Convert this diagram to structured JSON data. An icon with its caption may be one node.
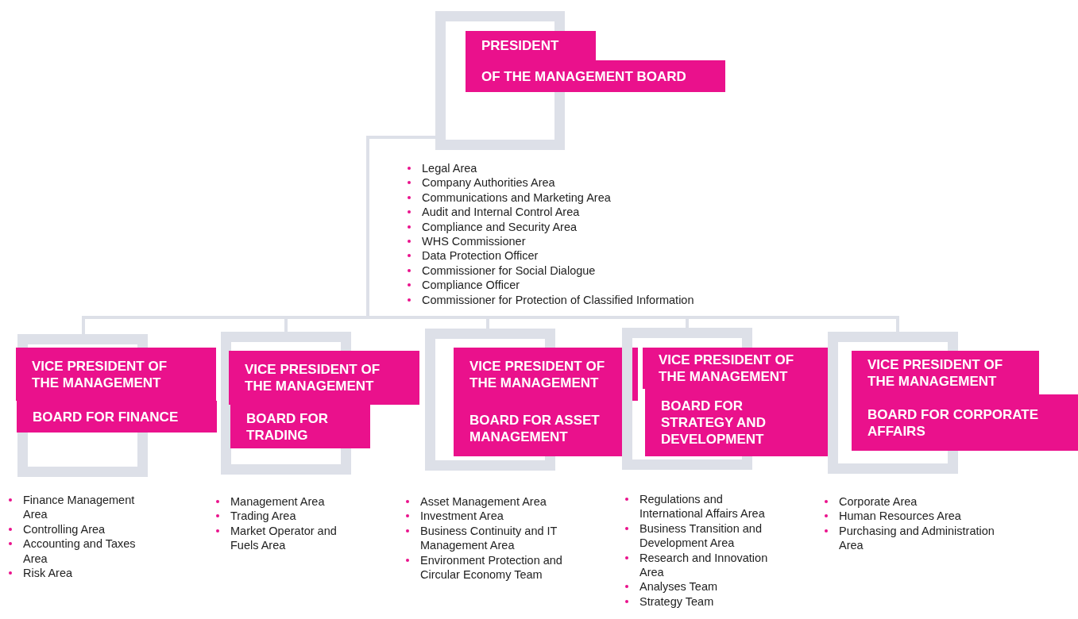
{
  "diagram": {
    "nodes": [
      {
        "text": [
          "PRESIDENT",
          "OF THE MANAGEMENT BOARD"
        ],
        "beside": [
          "Legal Area",
          "Company Authorities Area",
          "Communications and Marketing Area",
          "Audit and Internal Control Area",
          "Compliance and Security Area",
          "WHS Commissioner",
          "Data Protection Officer",
          "Commissioner for Social Dialogue",
          "Compliance Officer",
          "Commissioner for Protection of Classified Information"
        ]
      },
      {
        "text": [
          "VICE PRESIDENT OF THE MANAGEMENT",
          "BOARD FOR FINANCE"
        ],
        "beside": [
          "Finance Management Area",
          "Controlling Area",
          "Accounting and Taxes Area",
          "Risk Area"
        ]
      },
      {
        "text": [
          "VICE PRESIDENT OF THE MANAGEMENT",
          "BOARD FOR TRADING"
        ],
        "beside": [
          "Management Area",
          "Trading Area",
          "Market Operator and Fuels Area"
        ]
      },
      {
        "text": [
          "VICE PRESIDENT OF THE MANAGEMENT",
          "BOARD FOR ASSET MANAGEMENT"
        ],
        "beside": [
          "Asset Management Area",
          "Investment Area",
          "Business Continuity and IT Management Area",
          "Environment Protection and Circular Economy Team"
        ]
      },
      {
        "text": [
          "VICE PRESIDENT OF THE MANAGEMENT",
          "BOARD FOR STRATEGY AND DEVELOPMENT"
        ],
        "beside": [
          "Regulations and International Affairs Area",
          "Business Transition and Development Area",
          "Research and Innovation Area",
          "Analyses Team",
          "Strategy Team"
        ]
      },
      {
        "text": [
          "VICE PRESIDENT OF THE MANAGEMENT",
          "BOARD FOR CORPORATE AFFAIRS"
        ],
        "beside": [
          "Corporate Area",
          "Human Resources Area",
          "Purchasing and Administration Area"
        ]
      }
    ],
    "edges": [
      {
        "from": 0,
        "to": 1,
        "arrow": "none"
      },
      {
        "from": 0,
        "to": 2,
        "arrow": "none"
      },
      {
        "from": 0,
        "to": 3,
        "arrow": "none"
      },
      {
        "from": 0,
        "to": 4,
        "arrow": "none"
      },
      {
        "from": 0,
        "to": 5,
        "arrow": "none"
      }
    ]
  }
}
